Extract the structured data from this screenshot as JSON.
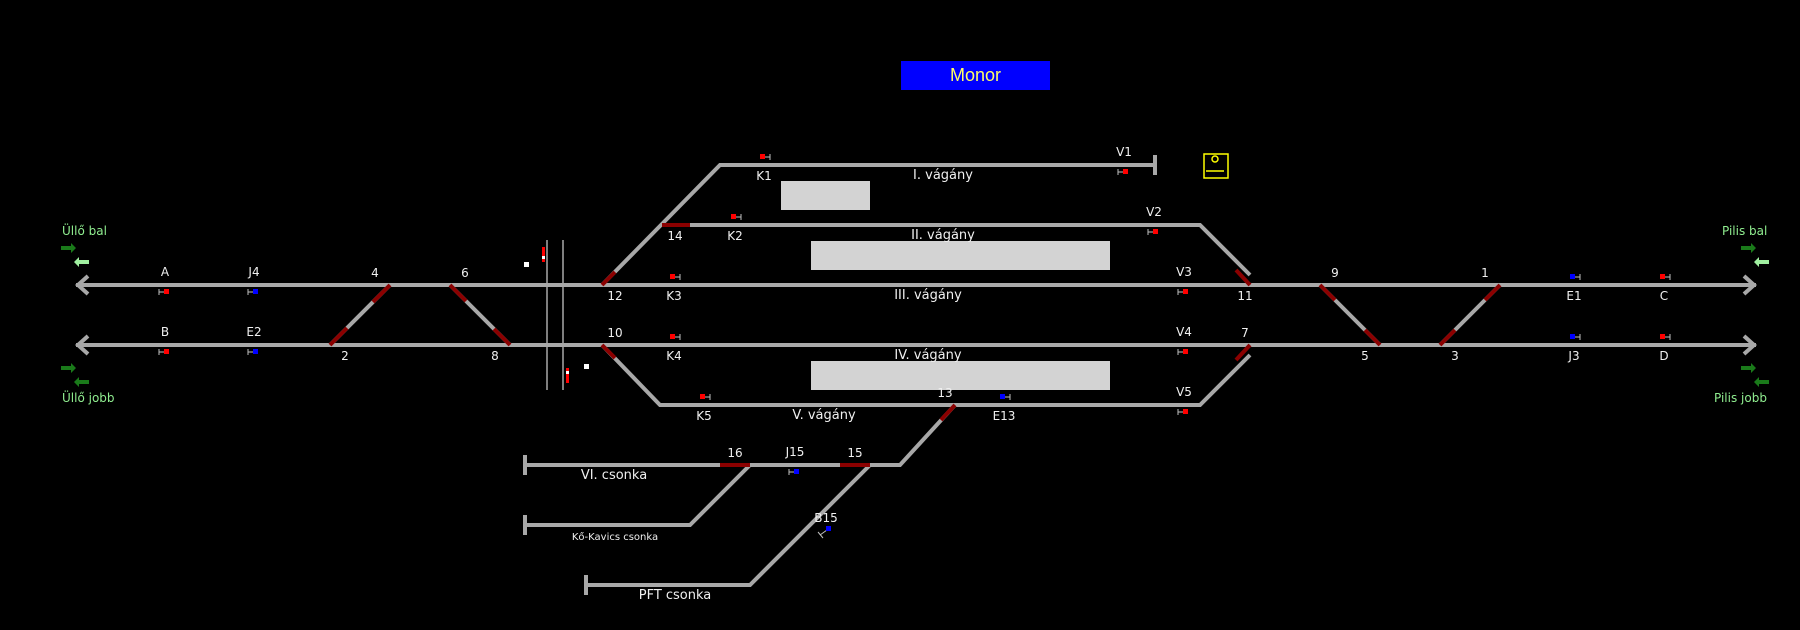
{
  "station": {
    "name": "Monor",
    "title_bg": "#0000ff",
    "title_fg": "#ffff66"
  },
  "colors": {
    "track": "#a8a8a8",
    "switch_occupied": "#8b0000",
    "signal_stop": "#ff0000",
    "signal_shunt": "#0000ff",
    "platform": "#d3d3d3",
    "label": "#f0f0f0",
    "direction_label": "#90ee90",
    "arrow_dark": "#1a7a1a",
    "arrow_light": "#a0f0a0"
  },
  "directions": {
    "ullo_bal": "Üllő bal",
    "ullo_jobb": "Üllő jobb",
    "pilis_bal": "Pilis bal",
    "pilis_jobb": "Pilis jobb"
  },
  "tracks": {
    "t1": "I. vágány",
    "t2": "II. vágány",
    "t3": "III. vágány",
    "t4": "IV. vágány",
    "t5": "V. vágány",
    "t6": "VI. csonka",
    "kokavics": "Kő-Kavics csonka",
    "pft": "PFT csonka"
  },
  "signals": {
    "A": "A",
    "J4": "J4",
    "B": "B",
    "E2": "E2",
    "K1": "K1",
    "K2": "K2",
    "K3": "K3",
    "K4": "K4",
    "K5": "K5",
    "V1": "V1",
    "V2": "V2",
    "V3": "V3",
    "V4": "V4",
    "V5": "V5",
    "E13": "E13",
    "J15": "J15",
    "B15": "B15",
    "E1": "E1",
    "C": "C",
    "J3": "J3",
    "D": "D"
  },
  "switches": {
    "s1": "1",
    "s2": "2",
    "s3": "3",
    "s4": "4",
    "s5": "5",
    "s6": "6",
    "s7": "7",
    "s8": "8",
    "s9": "9",
    "s10": "10",
    "s11": "11",
    "s12": "12",
    "s13": "13",
    "s14": "14",
    "s15": "15",
    "s16": "16"
  }
}
